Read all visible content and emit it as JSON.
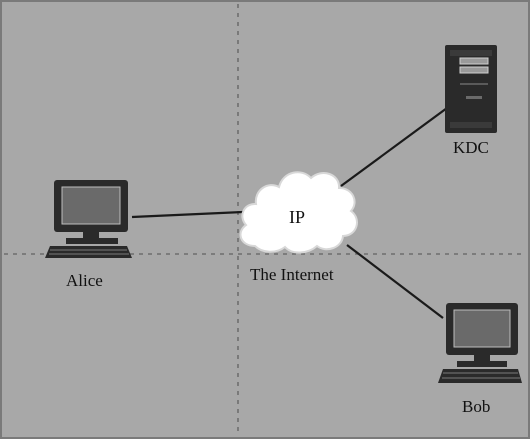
{
  "diagram": {
    "nodes": [
      {
        "id": "alice",
        "label": "Alice",
        "kind": "workstation"
      },
      {
        "id": "kdc",
        "label": "KDC",
        "kind": "server"
      },
      {
        "id": "bob",
        "label": "Bob",
        "kind": "workstation"
      },
      {
        "id": "internet",
        "label": "The Internet",
        "kind": "cloud",
        "inner_label": "IP"
      }
    ],
    "edges": [
      {
        "from": "alice",
        "to": "internet"
      },
      {
        "from": "internet",
        "to": "kdc"
      },
      {
        "from": "internet",
        "to": "bob"
      }
    ]
  },
  "colors": {
    "background": "#a8a8a8",
    "frame": "#7a7a7a",
    "gridline": "#6e6e6e",
    "link": "#1a1a1a",
    "cloud_fill": "#ffffff",
    "device_body": "#2a2a2a",
    "screen": "#6a6a6a"
  }
}
